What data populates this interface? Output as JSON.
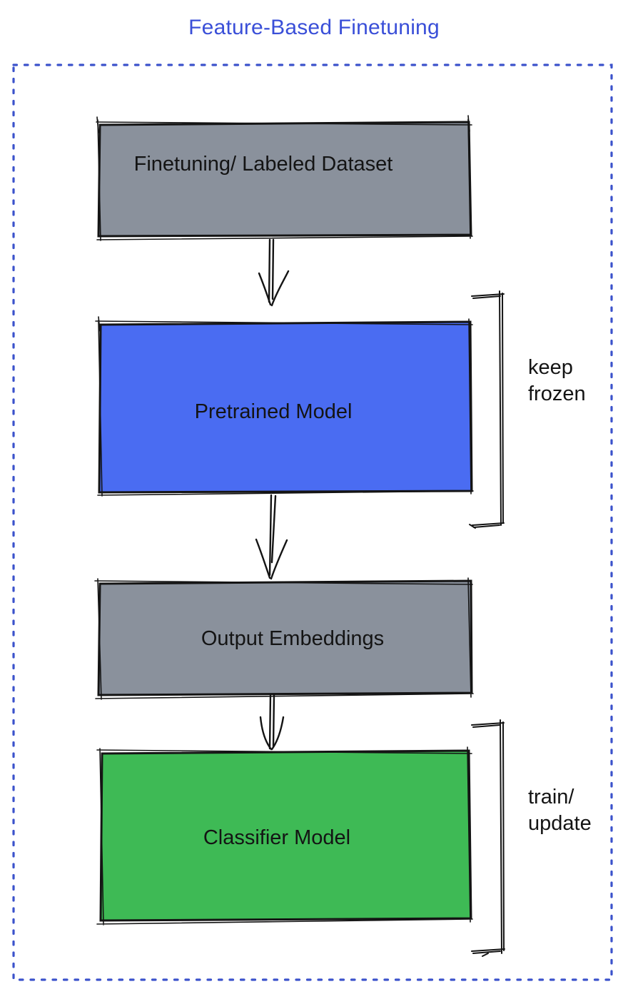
{
  "title": "Feature-Based Finetuning",
  "diagram_type": "flowchart",
  "nodes": [
    {
      "id": "finetuning-dataset",
      "label": "Finetuning/ Labeled Dataset",
      "fill": "#8A919C"
    },
    {
      "id": "pretrained-model",
      "label": "Pretrained Model",
      "fill": "#4A6CF2"
    },
    {
      "id": "output-embeddings",
      "label": "Output Embeddings",
      "fill": "#8A919C"
    },
    {
      "id": "classifier-model",
      "label": "Classifier Model",
      "fill": "#3EBA55"
    }
  ],
  "edges": [
    {
      "from": "finetuning-dataset",
      "to": "pretrained-model"
    },
    {
      "from": "pretrained-model",
      "to": "output-embeddings"
    },
    {
      "from": "output-embeddings",
      "to": "classifier-model"
    }
  ],
  "annotations": [
    {
      "target": "pretrained-model",
      "lines": [
        "keep",
        "frozen"
      ]
    },
    {
      "target": "classifier-model",
      "lines": [
        "train/",
        "update"
      ]
    }
  ],
  "colors": {
    "title_text": "#3A4FD8",
    "dashed_border": "#3B52CB",
    "ink": "#141414",
    "gray_box": "#8A919C",
    "blue_box": "#4A6CF2",
    "green_box": "#3EBA55",
    "background": "#FFFFFF"
  }
}
